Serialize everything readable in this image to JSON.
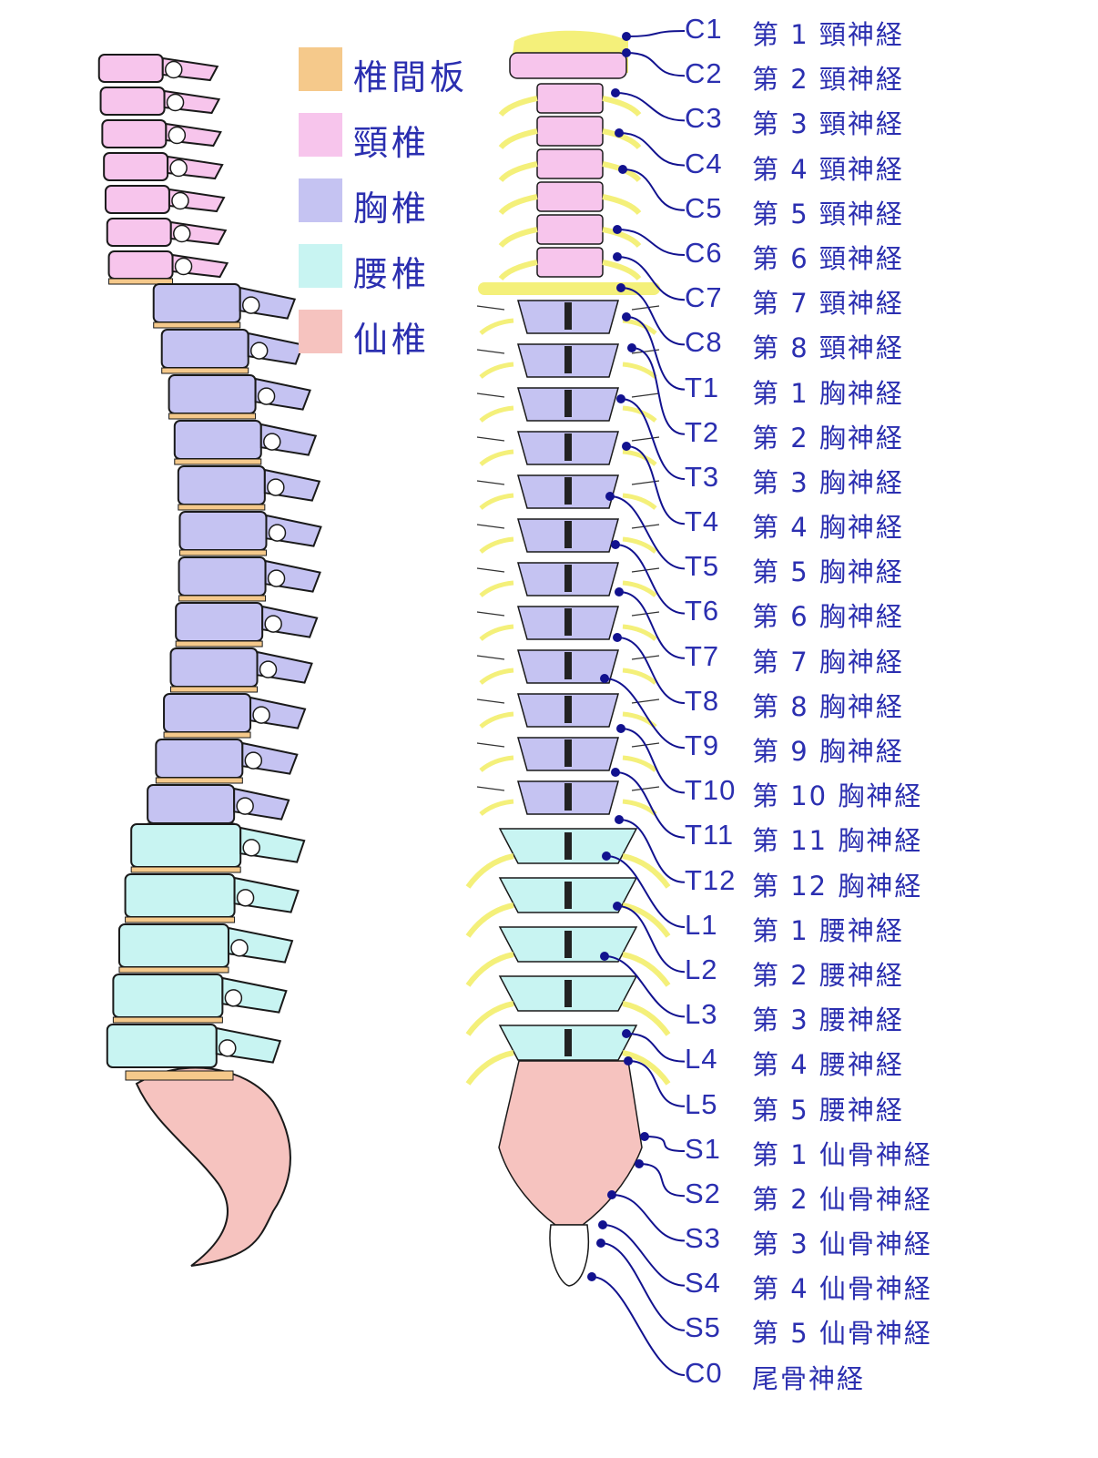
{
  "legend": [
    {
      "label": "椎間板",
      "color": "#f5c98b",
      "icon": "intervertebral-disc-swatch"
    },
    {
      "label": "頸椎",
      "color": "#f7c5ec",
      "icon": "cervical-swatch"
    },
    {
      "label": "胸椎",
      "color": "#c5c3f2",
      "icon": "thoracic-swatch"
    },
    {
      "label": "腰椎",
      "color": "#c8f4f2",
      "icon": "lumbar-swatch"
    },
    {
      "label": "仙椎",
      "color": "#f6c3bf",
      "icon": "sacral-swatch"
    }
  ],
  "nerves": [
    {
      "code": "C1",
      "name": "第 1 頸神経",
      "region": "cervical"
    },
    {
      "code": "C2",
      "name": "第 2 頸神経",
      "region": "cervical"
    },
    {
      "code": "C3",
      "name": "第 3 頸神経",
      "region": "cervical"
    },
    {
      "code": "C4",
      "name": "第 4 頸神経",
      "region": "cervical"
    },
    {
      "code": "C5",
      "name": "第 5 頸神経",
      "region": "cervical"
    },
    {
      "code": "C6",
      "name": "第 6 頸神経",
      "region": "cervical"
    },
    {
      "code": "C7",
      "name": "第 7 頸神経",
      "region": "cervical"
    },
    {
      "code": "C8",
      "name": "第 8 頸神経",
      "region": "cervical"
    },
    {
      "code": "T1",
      "name": "第 1 胸神経",
      "region": "thoracic"
    },
    {
      "code": "T2",
      "name": "第 2 胸神経",
      "region": "thoracic"
    },
    {
      "code": "T3",
      "name": "第 3 胸神経",
      "region": "thoracic"
    },
    {
      "code": "T4",
      "name": "第 4 胸神経",
      "region": "thoracic"
    },
    {
      "code": "T5",
      "name": "第 5 胸神経",
      "region": "thoracic"
    },
    {
      "code": "T6",
      "name": "第 6 胸神経",
      "region": "thoracic"
    },
    {
      "code": "T7",
      "name": "第 7 胸神経",
      "region": "thoracic"
    },
    {
      "code": "T8",
      "name": "第 8 胸神経",
      "region": "thoracic"
    },
    {
      "code": "T9",
      "name": "第 9 胸神経",
      "region": "thoracic"
    },
    {
      "code": "T10",
      "name": "第 10 胸神経",
      "region": "thoracic"
    },
    {
      "code": "T11",
      "name": "第 11 胸神経",
      "region": "thoracic"
    },
    {
      "code": "T12",
      "name": "第 12 胸神経",
      "region": "thoracic"
    },
    {
      "code": "L1",
      "name": "第 1 腰神経",
      "region": "lumbar"
    },
    {
      "code": "L2",
      "name": "第 2 腰神経",
      "region": "lumbar"
    },
    {
      "code": "L3",
      "name": "第 3 腰神経",
      "region": "lumbar"
    },
    {
      "code": "L4",
      "name": "第 4 腰神経",
      "region": "lumbar"
    },
    {
      "code": "L5",
      "name": "第 5 腰神経",
      "region": "lumbar"
    },
    {
      "code": "S1",
      "name": "第 1 仙骨神経",
      "region": "sacral"
    },
    {
      "code": "S2",
      "name": "第 2 仙骨神経",
      "region": "sacral"
    },
    {
      "code": "S3",
      "name": "第 3 仙骨神経",
      "region": "sacral"
    },
    {
      "code": "S4",
      "name": "第 4 仙骨神経",
      "region": "sacral"
    },
    {
      "code": "S5",
      "name": "第 5 仙骨神経",
      "region": "sacral"
    },
    {
      "code": "C0",
      "name": "尾骨神経",
      "region": "coccygeal"
    }
  ],
  "colors": {
    "disc": "#f5c98b",
    "cervical": "#f7c5ec",
    "thoracic": "#c5c3f2",
    "lumbar": "#c8f4f2",
    "sacral": "#f6c3bf",
    "coccyx": "#ffffff",
    "nerve_root": "#f4f07a",
    "leader_line": "#12128f",
    "outline": "#1a1a1a"
  }
}
